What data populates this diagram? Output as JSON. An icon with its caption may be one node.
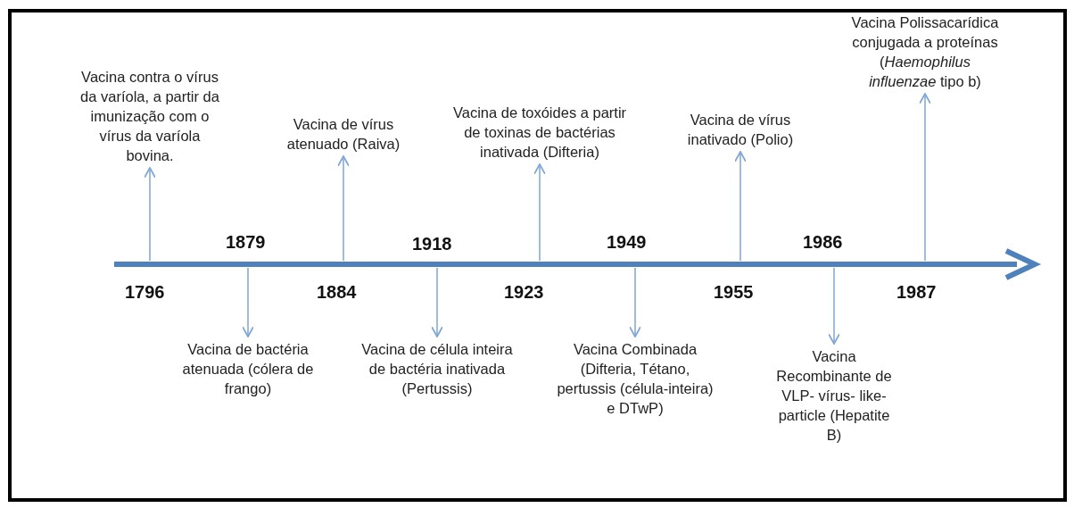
{
  "diagram": {
    "nodes": [
      {
        "text": [
          "Vacina contra o vírus da varíola, a partir da imunização com o vírus da varíola bovina."
        ]
      },
      {
        "text": [
          "Vacina de bactéria atenuada (cólera de frango)"
        ]
      },
      {
        "text": [
          "Vacina de vírus atenuado (Raiva)"
        ]
      },
      {
        "text": [
          "Vacina de célula inteira de bactéria inativada (Pertussis)"
        ]
      },
      {
        "text": [
          "Vacina de toxóides a partir de toxinas de bactérias inativada (Difteria)"
        ]
      },
      {
        "text": [
          "Vacina Combinada (Difteria, Tétano, pertussis (célula-inteira) e DTwP)"
        ]
      },
      {
        "text": [
          "Vacina de vírus inativado (Polio)"
        ]
      },
      {
        "text": [
          "Vacina Recombinante de VLP- vírus- like- particle (Hepatite B)"
        ]
      },
      {
        "text": [
          "Vacina Polissacarídica conjugada a proteínas (*Haemophilus influenzae* tipo b)"
        ]
      }
    ],
    "edges": [
      {
        "from": null,
        "to": 0,
        "arrow": "to"
      },
      {
        "from": null,
        "to": 1,
        "arrow": "to"
      },
      {
        "from": null,
        "to": 2,
        "arrow": "to"
      },
      {
        "from": null,
        "to": 3,
        "arrow": "to"
      },
      {
        "from": null,
        "to": 4,
        "arrow": "to"
      },
      {
        "from": null,
        "to": 5,
        "arrow": "to"
      },
      {
        "from": null,
        "to": 6,
        "arrow": "to"
      },
      {
        "from": null,
        "to": 7,
        "arrow": "to"
      },
      {
        "from": null,
        "to": 8,
        "arrow": "to"
      }
    ],
    "labels": [
      "1796",
      "1879",
      "1884",
      "1918",
      "1923",
      "1949",
      "1955",
      "1986",
      "1987"
    ]
  }
}
